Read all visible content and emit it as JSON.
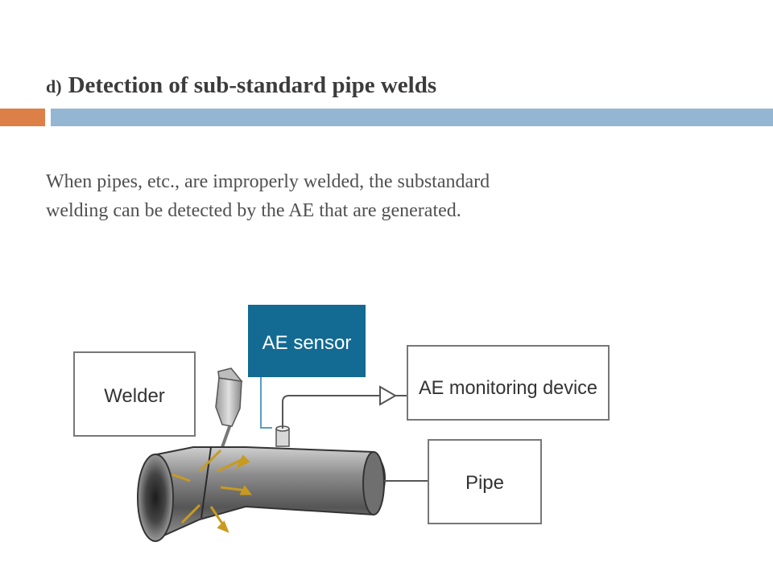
{
  "slide": {
    "title_prefix": "d)",
    "title": "Detection of sub-standard pipe welds",
    "body_line1": "When pipes, etc., are improperly welded, the substandard",
    "body_line2": "welding can be detected by the AE that are generated."
  },
  "diagram": {
    "labels": {
      "welder": "Welder",
      "sensor": "AE sensor",
      "monitor": "AE monitoring device",
      "pipe": "Pipe"
    },
    "colors": {
      "sensor_box": "#136a93",
      "accent_orange": "#dd8047",
      "accent_blue": "#94b6d2",
      "spark": "#c89a1e"
    }
  }
}
